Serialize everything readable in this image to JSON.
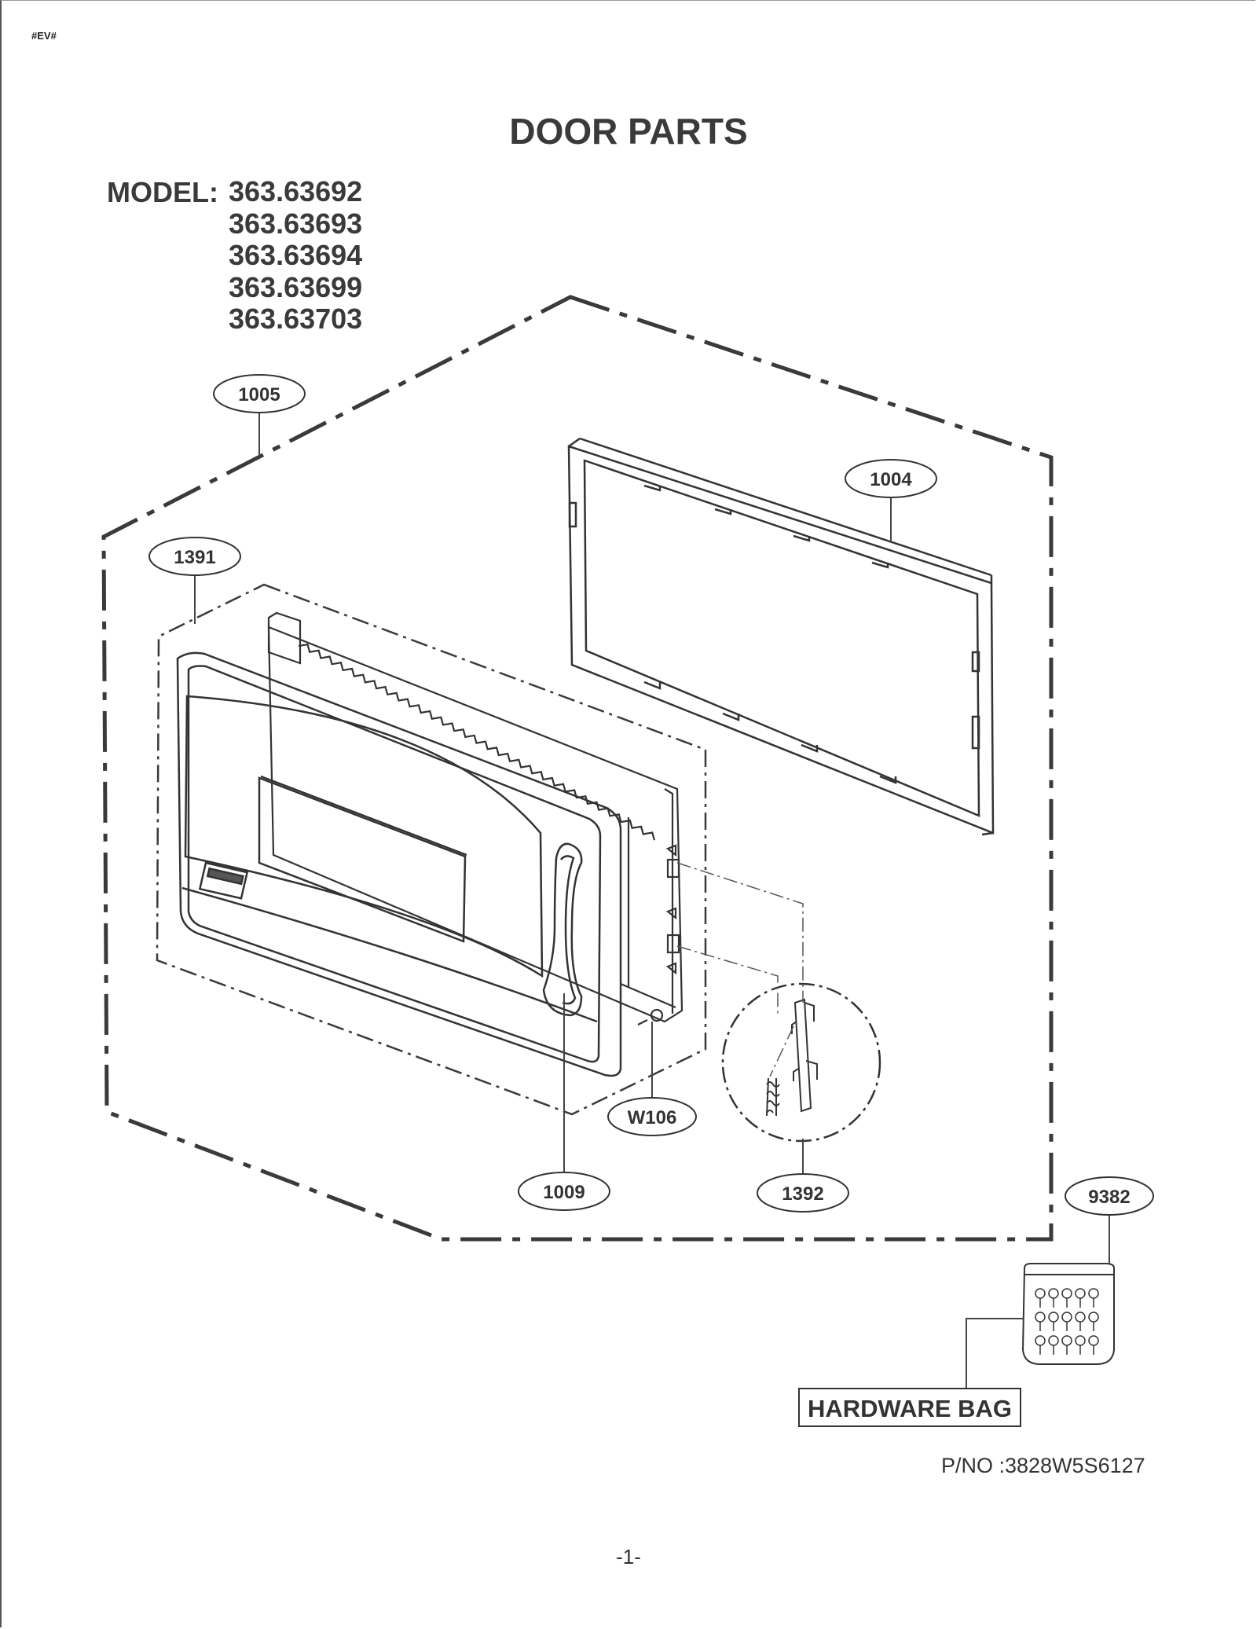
{
  "header": {
    "doc_code": "#EV#",
    "title": "DOOR PARTS"
  },
  "model": {
    "label": "MODEL:",
    "numbers": [
      "363.63692",
      "363.63693",
      "363.63694",
      "363.63699",
      "363.63703"
    ]
  },
  "callouts": {
    "c1005": "1005",
    "c1004": "1004",
    "c1391": "1391",
    "cW106": "W106",
    "c1009": "1009",
    "c1392": "1392",
    "c9382": "9382"
  },
  "hardware_bag": {
    "label": "HARDWARE BAG"
  },
  "footer": {
    "part_number": "P/NO :3828W5S6127",
    "page_number": "-1-"
  }
}
